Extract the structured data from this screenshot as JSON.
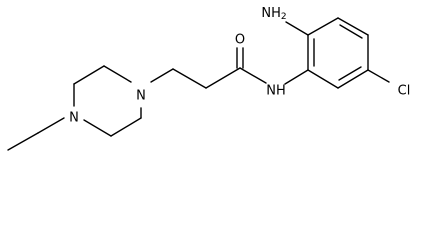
{
  "molecule": {
    "atoms": {
      "amino_group": "NH2",
      "amide_nh": "NH",
      "carbonyl_oxygen": "O",
      "chlorine": "Cl",
      "piperazine_n1": "N",
      "piperazine_n4": "N"
    },
    "label_parts": {
      "amino_main": "NH",
      "amino_sub": "2"
    }
  },
  "colors": {
    "background": "#ffffff",
    "bond": "#000000",
    "text": "#000000"
  }
}
